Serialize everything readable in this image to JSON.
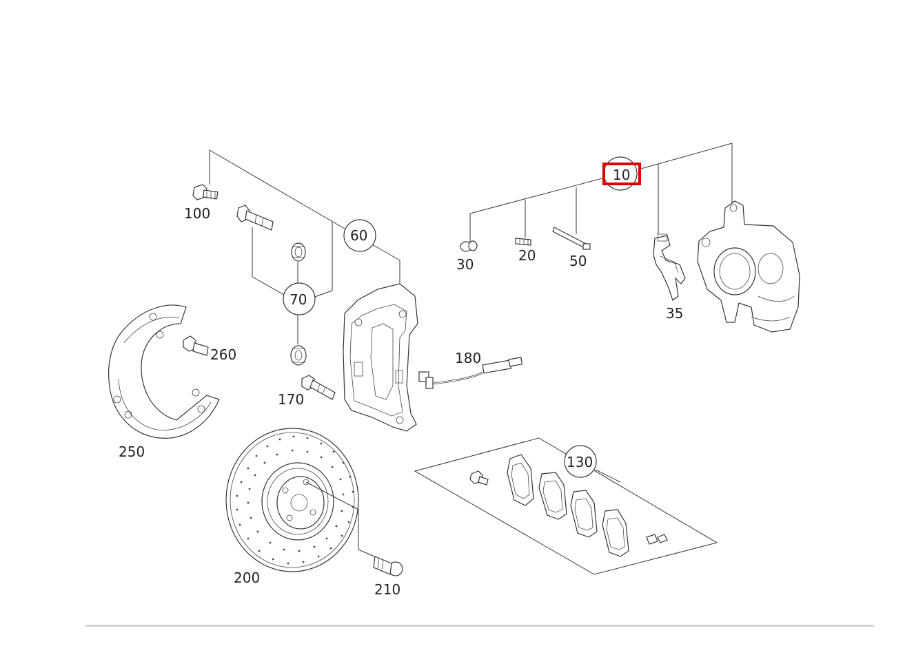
{
  "callouts": {
    "c10": "10",
    "c20": "20",
    "c30": "30",
    "c35": "35",
    "c50": "50",
    "c60": "60",
    "c70": "70",
    "c100": "100",
    "c130": "130",
    "c170": "170",
    "c180": "180",
    "c200": "200",
    "c210": "210",
    "c250": "250",
    "c260": "260"
  },
  "highlight": {
    "callout": "10",
    "color": "#e00000"
  }
}
